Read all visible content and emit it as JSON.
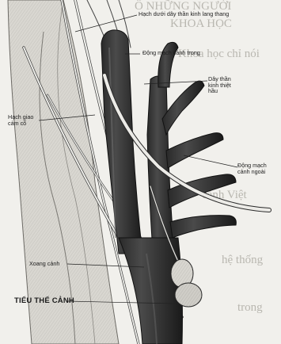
{
  "labels": {
    "hach_duoi_day_than_kinh_lang_thang": "Hạch dưới dây thần kinh lang thang",
    "dong_mach_canh_trong": "Động mạch cảnh trong",
    "day_than_kinh_thiet_hau": "Dây thần kinh thiệt hầu",
    "hach_giao_cam_co": "Hạch giao cảm cổ",
    "dong_mach_canh_ngoai": "Động mạch cảnh ngoài",
    "xoang_canh": "Xoang cảnh",
    "tieu_the_canh": "TIỂU THỂ CẢNH"
  },
  "background_text": [
    "Ô NHỮNG NGƯỜI",
    "KHOA HỌC",
    "Khoa học chỉ nói",
    "cảnh Việt",
    "hệ thống",
    "trong"
  ]
}
